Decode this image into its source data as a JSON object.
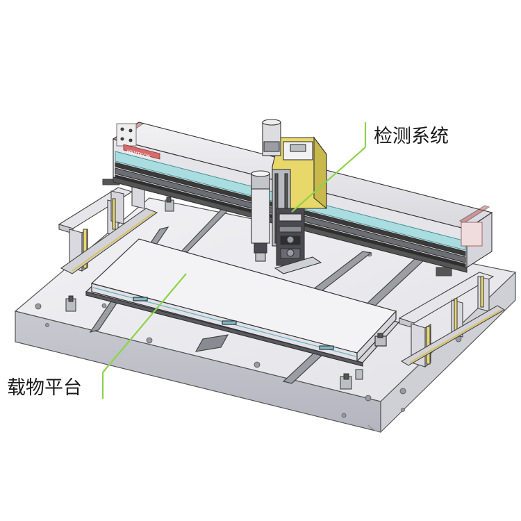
{
  "callouts": {
    "detection_system": "检测系统",
    "carrier_platform": "载物平台"
  },
  "gantry_badge": "HENTRON",
  "colors": {
    "callout_line": "#8dd24a",
    "frame_gray": "#dcdce2",
    "cyan_strip": "#a9dde0",
    "yellow_part": "#e8d86a",
    "rail_dark": "#3a3a3a",
    "red_accent": "#c85a5a"
  }
}
